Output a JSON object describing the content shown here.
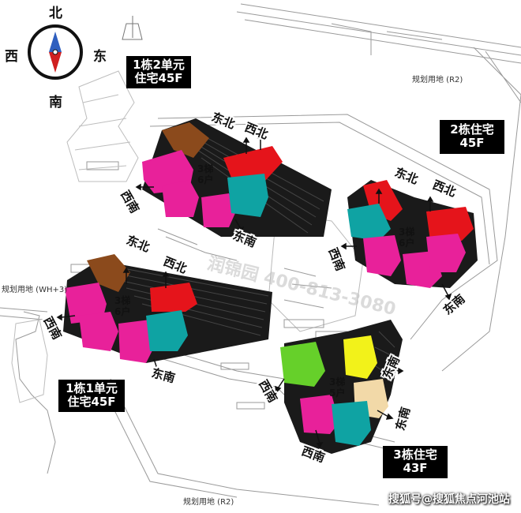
{
  "compass": {
    "north": "北",
    "south": "南",
    "west": "西",
    "east": "东"
  },
  "buildings": {
    "b1u2": {
      "line1": "1栋2单元",
      "line2": "住宅45F",
      "units": "3梯\n6户",
      "dirs": [
        "东北",
        "西北",
        "西南",
        "东南"
      ]
    },
    "b1u1": {
      "line1": "1栋1单元",
      "line2": "住宅45F",
      "units": "3梯\n6户",
      "dirs": [
        "东北",
        "西北",
        "西南",
        "东南"
      ]
    },
    "b2": {
      "line1": "2栋住宅",
      "line2": "45F",
      "units": "3梯\n6户",
      "dirs": [
        "东北",
        "西北",
        "西南",
        "东南"
      ]
    },
    "b3": {
      "line1": "3栋住宅",
      "line2": "43F",
      "units": "3梯\n5户",
      "dirs": [
        "东南",
        "西南",
        "东南",
        "西南"
      ]
    }
  },
  "plan_labels": {
    "top_right": "规划用地 (R2)",
    "left": "规划用地 (WH+3)",
    "bottom": "规划用地 (R2)"
  },
  "watermark": "润锦园 400-813-3080",
  "footer": "搜狐号@搜狐焦点河池站",
  "colors": {
    "magenta": "#e8219a",
    "teal": "#0fa3a3",
    "red": "#e5141b",
    "brown": "#8b4a1c",
    "green": "#66d02a",
    "yellow": "#f2f21a",
    "beige": "#f2d9a8"
  }
}
